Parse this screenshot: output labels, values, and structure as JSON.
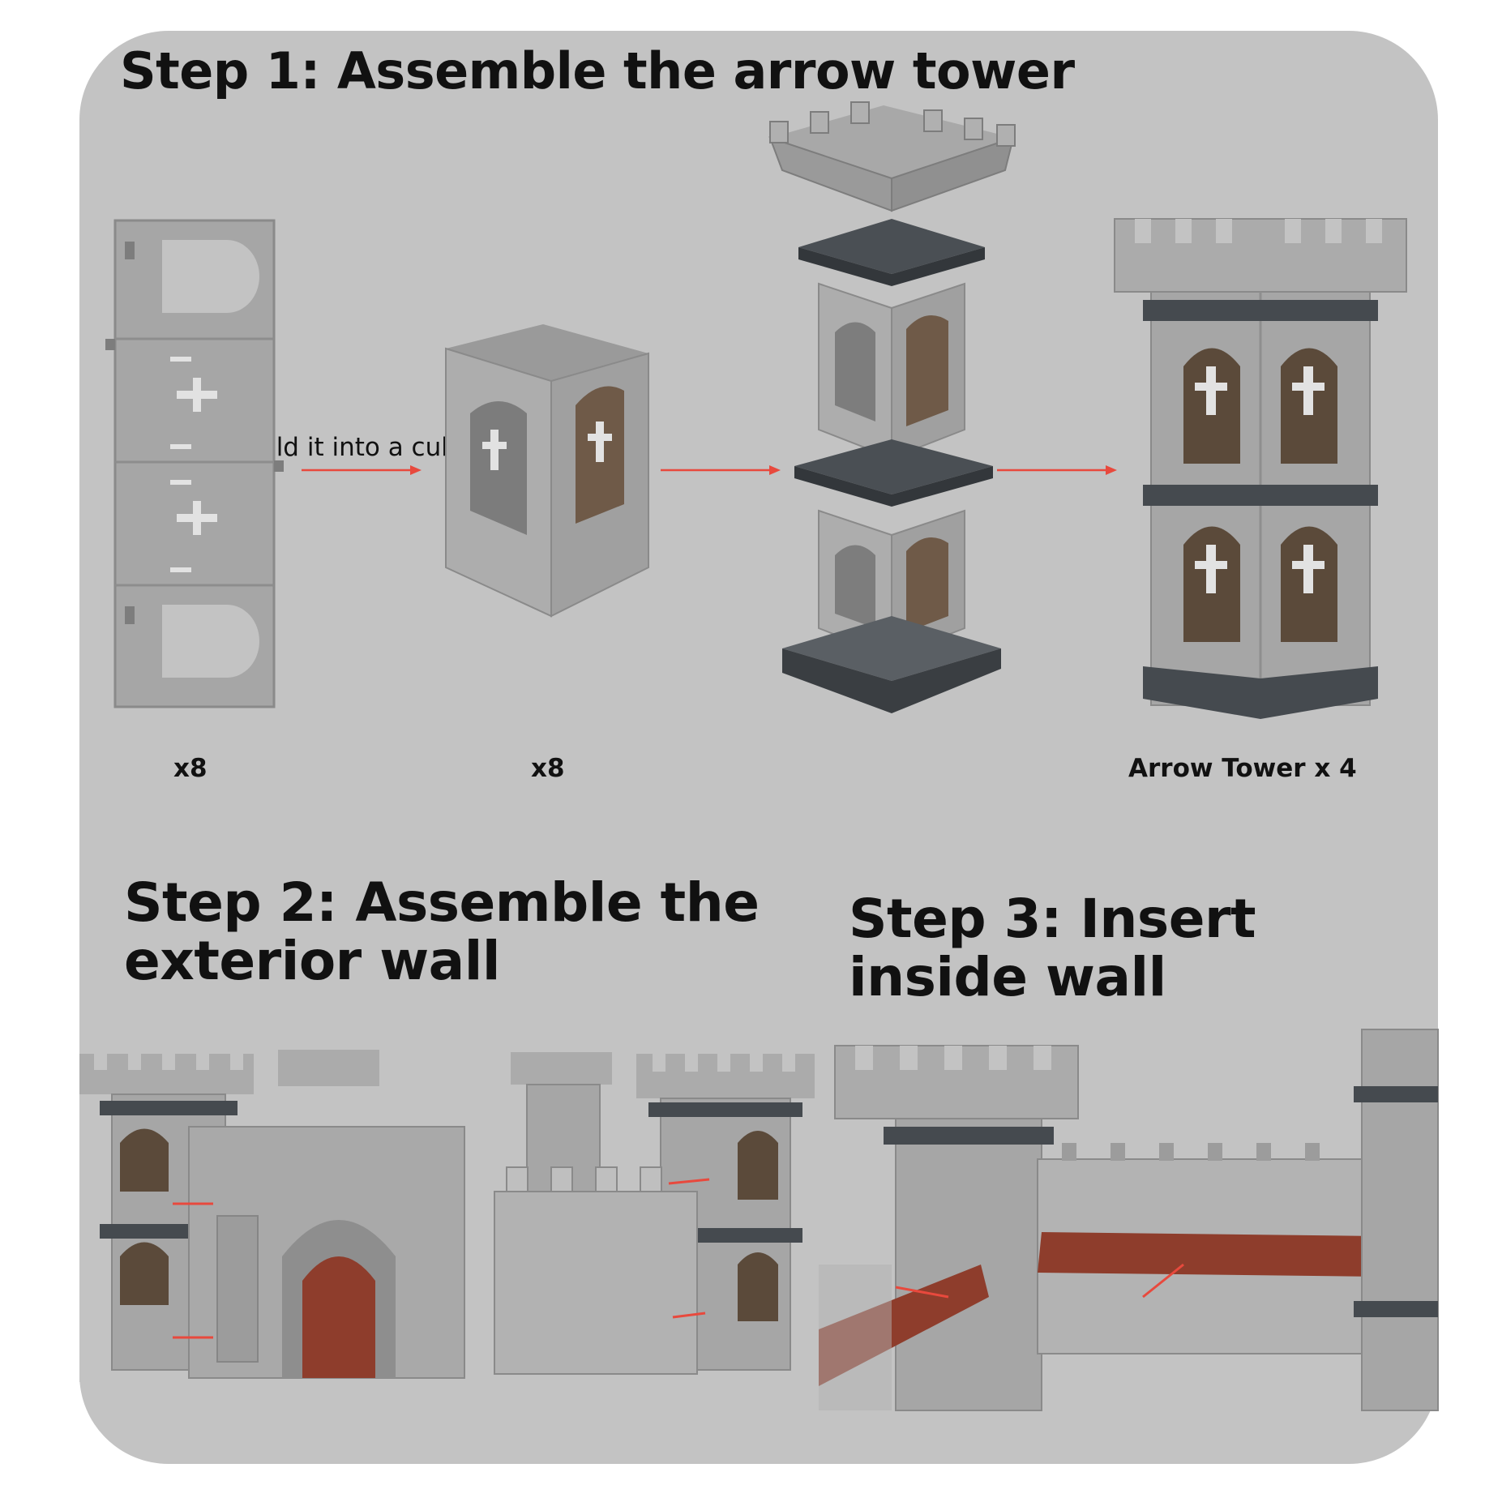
{
  "step1": {
    "title": "Step 1: Assemble the arrow tower",
    "fold_label": "Fold it into a cube",
    "count_sheet": "x8",
    "count_cube": "x8",
    "result_label": "Arrow Tower x 4"
  },
  "step2": {
    "title_line1": "Step 2: Assemble the",
    "title_line2": "exterior wall"
  },
  "step3": {
    "title_line1": "Step 3: Insert",
    "title_line2": "inside wall"
  },
  "colors": {
    "panel": "#c3c3c3",
    "stone": "#a9a9a9",
    "stone_dark": "#8a8a8a",
    "trim": "#454a4f",
    "window": "#5b4a3a",
    "wood": "#8e3d2c",
    "arrow": "#e8493d"
  }
}
